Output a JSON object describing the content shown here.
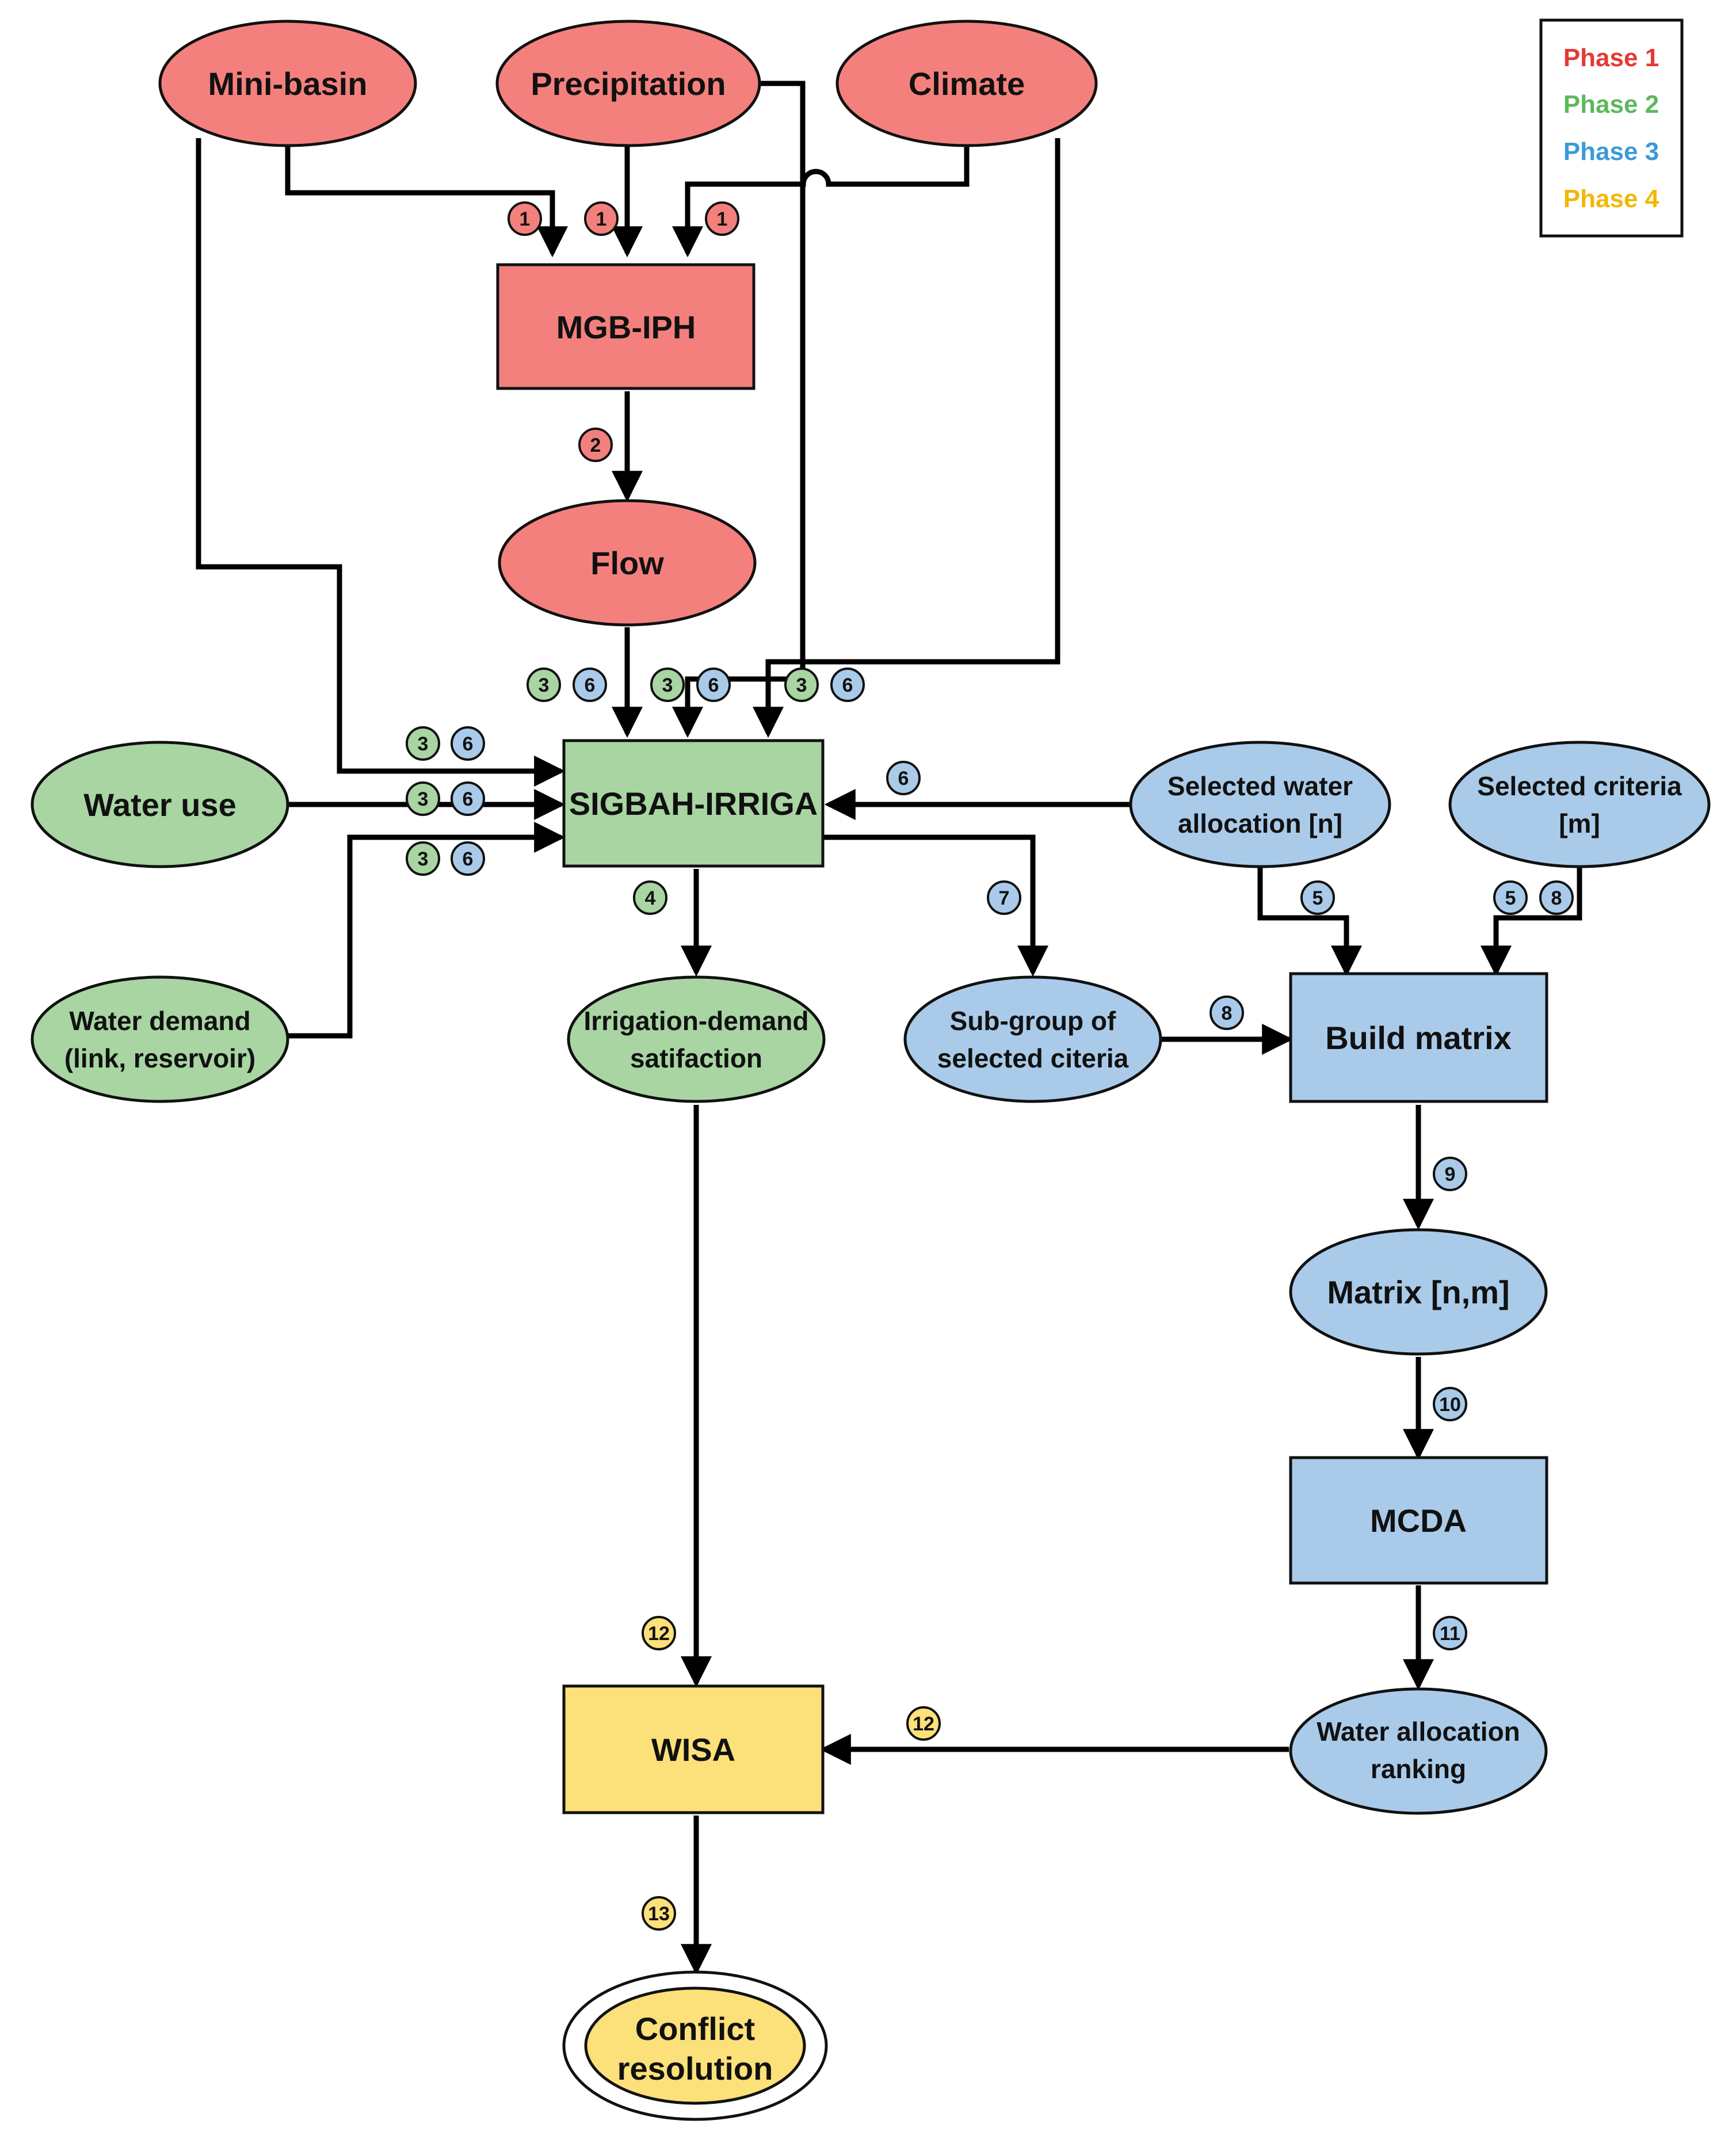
{
  "legend": [
    {
      "label": "Phase 1",
      "color": "#e53935"
    },
    {
      "label": "Phase 2",
      "color": "#5cb85c"
    },
    {
      "label": "Phase 3",
      "color": "#3a9ad9"
    },
    {
      "label": "Phase 4",
      "color": "#f2b705"
    }
  ],
  "colors": {
    "phase1_fill": "#f4807d",
    "phase2_fill": "#a8d5a2",
    "phase3_fill": "#a9cbe9",
    "phase4_fill": "#fce079",
    "line": "#000000"
  },
  "nodes": {
    "mini_basin": "Mini-basin",
    "precipitation": "Precipitation",
    "climate": "Climate",
    "mgb_iph": "MGB-IPH",
    "flow": "Flow",
    "water_use": "Water use",
    "sigbah_irriga": "SIGBAH-IRRIGA",
    "water_demand": [
      "Water demand",
      "(link, reservoir)"
    ],
    "irrigation_demand": [
      "Irrigation-demand",
      "satifaction"
    ],
    "sub_group": [
      "Sub-group of",
      "selected citeria"
    ],
    "selected_water_allocation": [
      "Selected water",
      "allocation [n]"
    ],
    "selected_criteria": [
      "Selected criteria",
      "[m]"
    ],
    "build_matrix": "Build matrix",
    "matrix": "Matrix [n,m]",
    "mcda": "MCDA",
    "water_allocation_ranking": [
      "Water allocation",
      "ranking"
    ],
    "wisa": "WISA",
    "conflict_resolution": [
      "Conflict",
      "resolution"
    ]
  },
  "steps": {
    "s1": "1",
    "s2": "2",
    "s3": "3",
    "s4": "4",
    "s5": "5",
    "s6": "6",
    "s7": "7",
    "s8": "8",
    "s9": "9",
    "s10": "10",
    "s11": "11",
    "s12": "12",
    "s13": "13"
  }
}
